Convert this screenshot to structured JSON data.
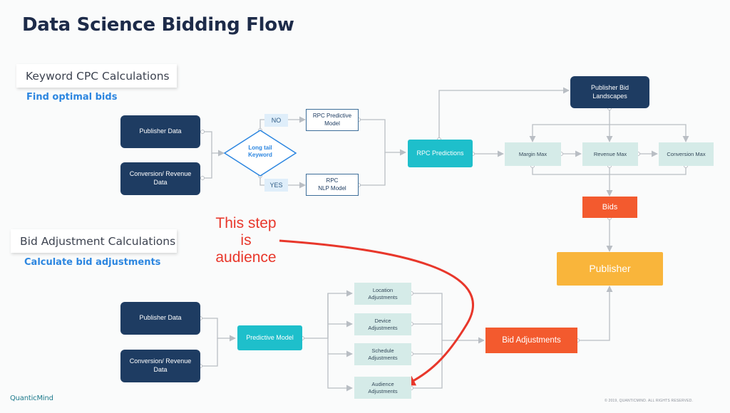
{
  "title": "Data Science Bidding Flow",
  "sections": {
    "keyword": {
      "heading": "Keyword CPC Calculations",
      "subheading": "Find optimal bids"
    },
    "bid_adjust": {
      "heading": "Bid Adjustment Calculations",
      "subheading": "Calculate bid adjustments"
    }
  },
  "nodes": {
    "publisher_data_top": "Publisher Data",
    "conversion_revenue_top": "Conversion/ Revenue\nData",
    "long_tail_keyword": "Long tail\nKeyword",
    "choice_no": "NO",
    "choice_yes": "YES",
    "rpc_predictive_model": "RPC Predictive\nModel",
    "rpc_nlp_model": "RPC\nNLP Model",
    "rpc_predictions": "RPC Predictions",
    "publisher_bid_landscapes": "Publisher Bid\nLandscapes",
    "margin_max": "Margin Max",
    "revenue_max": "Revenue Max",
    "conversion_max": "Conversion Max",
    "bids": "Bids",
    "publisher": "Publisher",
    "publisher_data_bottom": "Publisher Data",
    "conversion_revenue_bottom": "Conversion/ Revenue\nData",
    "predictive_model": "Predictive Model",
    "location_adjustments": "Location\nAdjustments",
    "device_adjustments": "Device\nAdjustments",
    "schedule_adjustments": "Schedule\nAdjustments",
    "audience_adjustments": "Audience\nAdjustments",
    "bid_adjustments": "Bid Adjustments"
  },
  "annotation": "This step\nis\naudience",
  "footer": {
    "logo": "QuanticMind",
    "copyright": "© 2019, QUANTICMIND. ALL RIGHTS RESERVED."
  },
  "colors": {
    "navy": "#1e3c62",
    "teal": "#1ebfcb",
    "mint": "#d5ebe8",
    "orange": "#f35a2e",
    "yellow": "#f9b53b",
    "annotation_red": "#e8372b",
    "link_blue": "#2c86e0",
    "connector_gray": "#b9bec4"
  }
}
